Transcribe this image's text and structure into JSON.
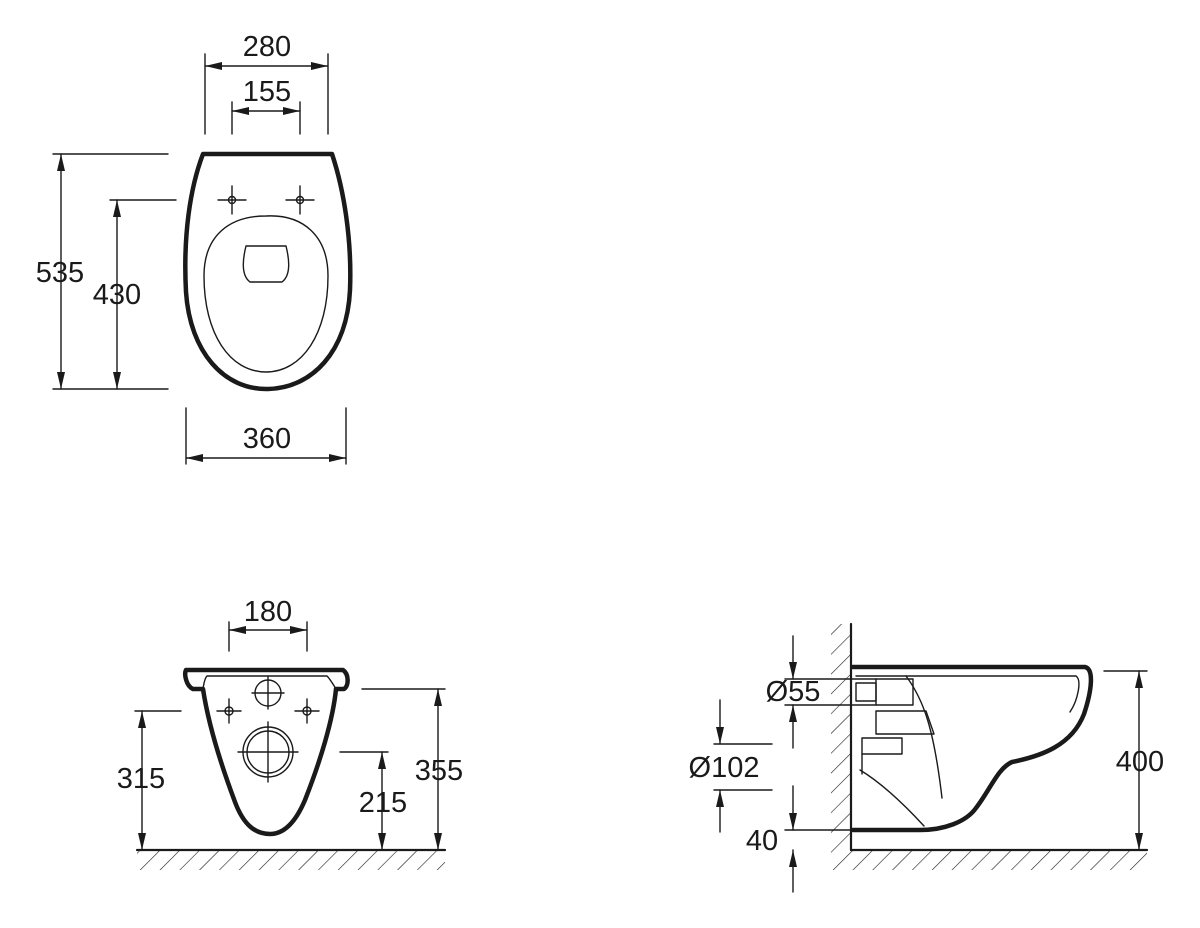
{
  "top_view": {
    "dims": {
      "width_outer": "280",
      "width_inner": "155",
      "length_total": "535",
      "length_inner": "430",
      "width_bowl": "360"
    }
  },
  "front_view": {
    "dims": {
      "width_top": "180",
      "height_left": "315",
      "height_mid": "215",
      "height_right": "355"
    }
  },
  "side_view": {
    "dims": {
      "diameter_small": "Ø55",
      "diameter_large": "Ø102",
      "gap_bottom": "40",
      "height": "400"
    }
  },
  "colors": {
    "line": "#1a1a1a",
    "background": "#ffffff"
  }
}
